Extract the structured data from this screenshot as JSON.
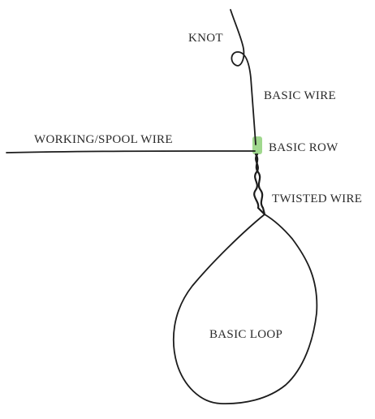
{
  "colors": {
    "wire": "#1c1c1c",
    "label": "#2a2a2a",
    "highlight": "#8fd17a",
    "background": "#ffffff"
  },
  "labels": {
    "knot": "KNOT",
    "basic_wire": "BASIC WIRE",
    "working_spool_wire": "WORKING/SPOOL WIRE",
    "basic_row": "BASIC ROW",
    "twisted_wire": "TWISTED WIRE",
    "basic_loop": "BASIC LOOP"
  }
}
